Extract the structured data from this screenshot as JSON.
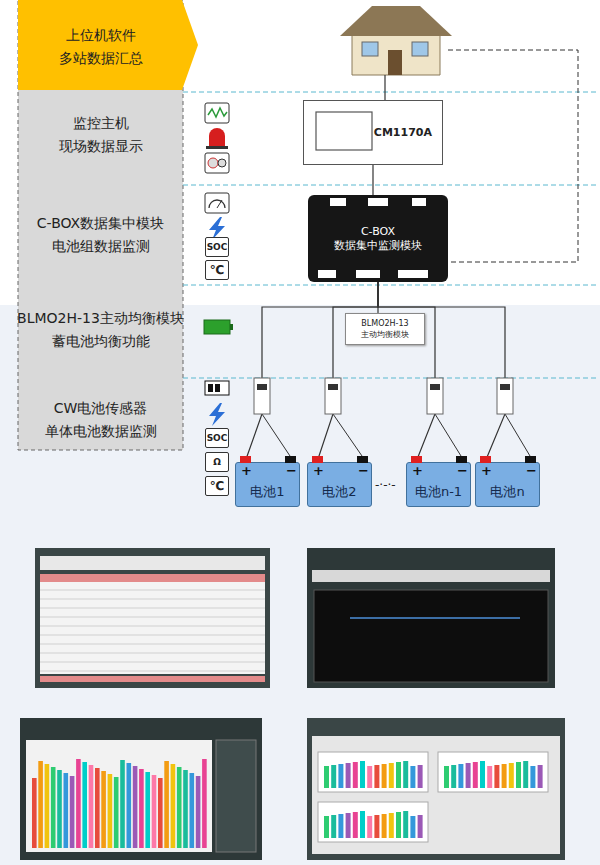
{
  "diagram": {
    "nodes": [
      {
        "text": [
          "上位机软件",
          "多站数据汇总"
        ]
      },
      {
        "text": [
          "监控主机",
          "现场数据显示"
        ]
      },
      {
        "text": [
          "C-BOX数据集中模块",
          "电池组数据监测"
        ]
      },
      {
        "text": [
          "BLMO2H-13主动均衡模块",
          "蓄电池均衡功能"
        ]
      },
      {
        "text": [
          "CW电池传感器",
          "单体电池数据监测"
        ]
      },
      {
        "text": [
          "CM1170A"
        ]
      },
      {
        "text": [
          "C-BOX",
          "数据集中监测模块"
        ]
      },
      {
        "text": [
          "BLMO2H-13",
          "主动均衡模块"
        ]
      },
      {
        "text": [
          "电池1"
        ]
      },
      {
        "text": [
          "电池2"
        ]
      },
      {
        "text": [
          "电池n-1"
        ]
      },
      {
        "text": [
          "电池n"
        ]
      }
    ],
    "edges": [
      {
        "from": 5,
        "to": 6,
        "arrow": "none"
      },
      {
        "from": 6,
        "to": 7,
        "arrow": "none"
      },
      {
        "from": 6,
        "to": 8,
        "arrow": "none"
      },
      {
        "from": 6,
        "to": 9,
        "arrow": "none"
      },
      {
        "from": 6,
        "to": 10,
        "arrow": "none"
      },
      {
        "from": 6,
        "to": 11,
        "arrow": "none"
      }
    ],
    "labels": [
      "SOC",
      "℃",
      "SOC",
      "Ω",
      "℃",
      "+",
      "−",
      "+",
      "−",
      "-·-·-",
      "+",
      "−",
      "+",
      "−"
    ]
  }
}
